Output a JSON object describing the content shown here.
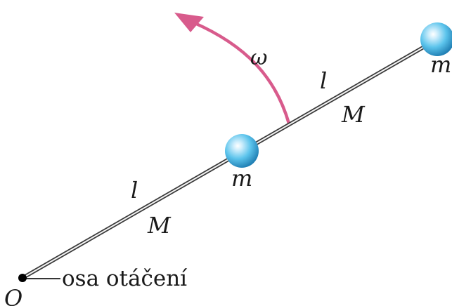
{
  "labels": {
    "omega": "ω",
    "rod_upper_length": "l",
    "rod_upper_mass": "M",
    "rod_lower_length": "l",
    "rod_lower_mass": "M",
    "mass_middle": "m",
    "mass_end": "m",
    "axis_caption": "osa otáčení",
    "pivot": "O"
  },
  "colors": {
    "arrow": "#d85b8c",
    "rod": "#3a3a3a",
    "ball_highlight": "#e8f8ff",
    "ball_mid": "#5cc4ec",
    "ball_dark": "#1d7fb4",
    "pivot": "#000000",
    "text": "#1a1a1a"
  }
}
